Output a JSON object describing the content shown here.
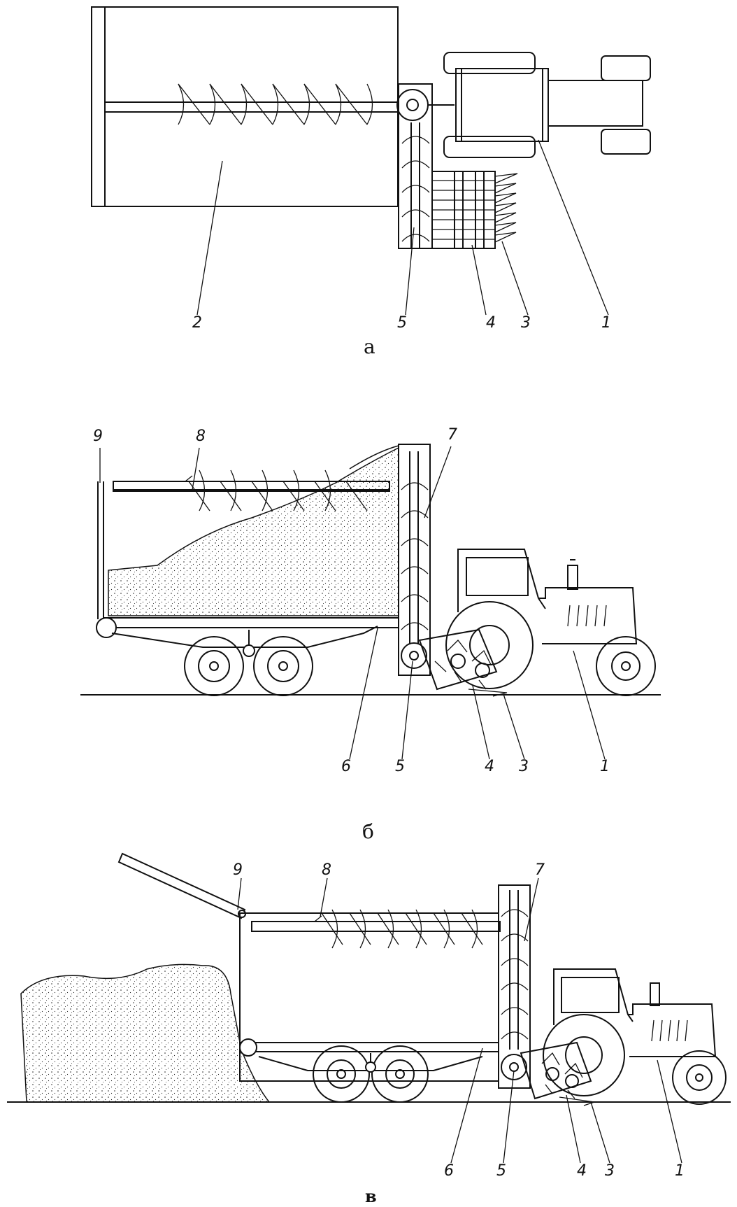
{
  "panels": [
    {
      "caption": "а",
      "labels": [
        "2",
        "5",
        "4",
        "3",
        "1"
      ]
    },
    {
      "caption": "б",
      "labels": [
        "9",
        "8",
        "7",
        "6",
        "5",
        "4",
        "3",
        "1"
      ]
    },
    {
      "caption": "в",
      "labels": [
        "9",
        "8",
        "7",
        "6",
        "5",
        "4",
        "3",
        "1"
      ]
    }
  ]
}
